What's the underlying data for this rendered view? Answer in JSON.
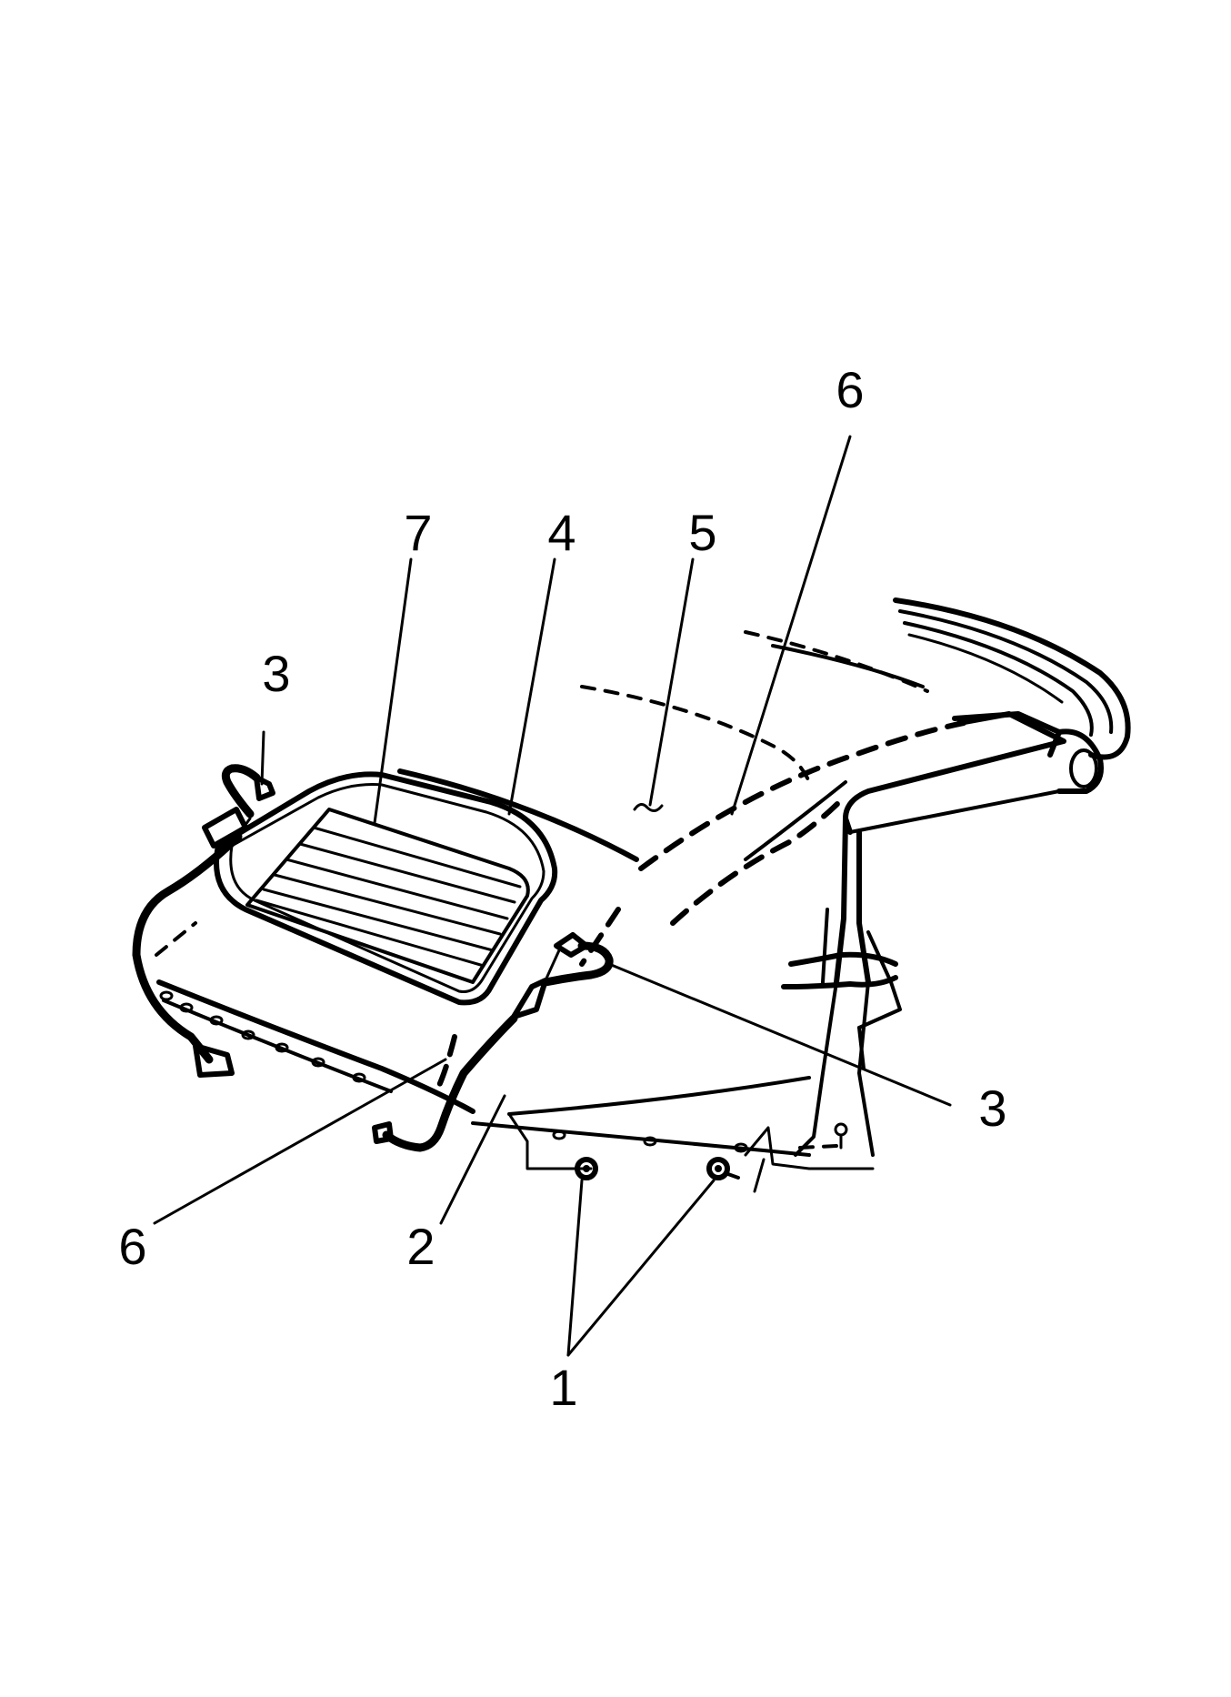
{
  "callouts": [
    {
      "id": "c1",
      "label": "1"
    },
    {
      "id": "c2",
      "label": "2"
    },
    {
      "id": "c3a",
      "label": "3"
    },
    {
      "id": "c3b",
      "label": "3"
    },
    {
      "id": "c4",
      "label": "4"
    },
    {
      "id": "c5",
      "label": "5"
    },
    {
      "id": "c6a",
      "label": "6"
    },
    {
      "id": "c6b",
      "label": "6"
    },
    {
      "id": "c7",
      "label": "7"
    }
  ],
  "colors": {
    "ink": "#000000",
    "background": "#ffffff"
  }
}
